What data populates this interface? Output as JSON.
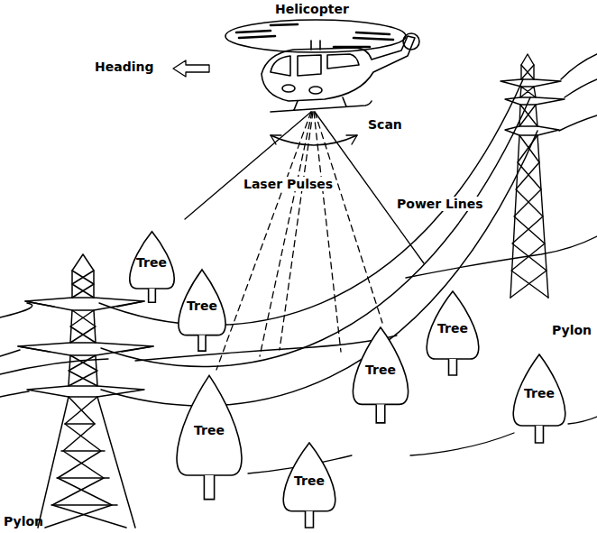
{
  "diagram": {
    "nodes": [
      {
        "text": [
          "Tree"
        ]
      },
      {
        "text": [
          "Tree"
        ]
      },
      {
        "text": [
          "Tree"
        ]
      },
      {
        "text": [
          "Tree"
        ]
      },
      {
        "text": [
          "Tree"
        ]
      },
      {
        "text": [
          "Tree"
        ]
      },
      {
        "text": [
          "Tree"
        ]
      }
    ],
    "labels": [
      "Helicopter",
      "Heading",
      "Scan",
      "Laser Pulses",
      "Power Lines",
      "Pylon",
      "Pylon"
    ]
  }
}
